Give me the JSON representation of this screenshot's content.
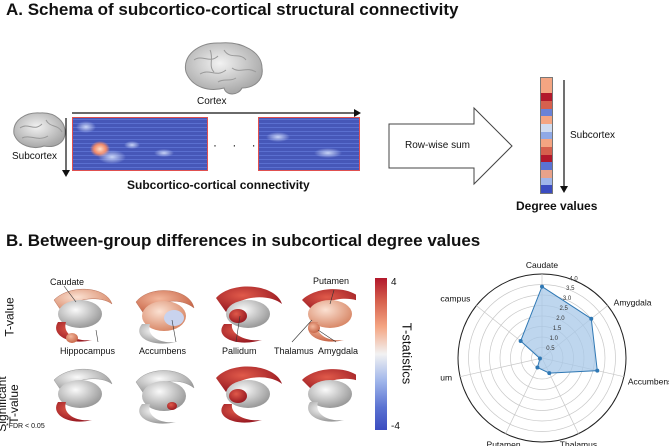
{
  "panel_a": {
    "title": "A. Schema of subcortico-cortical structural connectivity",
    "cortex_label": "Cortex",
    "subcortex_label": "Subcortex",
    "ellipsis": "· · ·",
    "matrix_caption": "Subcortico-cortical connectivity",
    "arrow_label": "Row-wise sum",
    "vector_label": "Subcortex",
    "vector_caption": "Degree values",
    "vector_colors": [
      "#f4a582",
      "#f4a582",
      "#b2182b",
      "#d6604d",
      "#6a82d6",
      "#f4a582",
      "#d0dcf0",
      "#8fa9e6",
      "#f4a582",
      "#d6604d",
      "#b2182b",
      "#5b73d2",
      "#e8a28a",
      "#9fb5ea",
      "#3b4cc0"
    ]
  },
  "panel_b": {
    "title": "B. Between-group differences in subcortical degree values",
    "row1_label": "T-value",
    "row2_label": "Significant T-value",
    "footnote": "*FDR < 0.05",
    "region_labels": {
      "caudate": "Caudate",
      "hippocampus": "Hippocampus",
      "accumbens": "Accumbens",
      "pallidum": "Pallidum",
      "putamen": "Putamen",
      "thalamus": "Thalamus",
      "amygdala": "Amygdala"
    },
    "colorbar": {
      "max_label": "4",
      "min_label": "-4",
      "title": "T-statistics"
    }
  },
  "chart_data": {
    "type": "radar",
    "axes": [
      "Caudate",
      "Amygdala",
      "Accumbens",
      "Thalamus",
      "Putamen",
      "Pallidum",
      "Hippocampus"
    ],
    "values": [
      3.4,
      3.0,
      2.7,
      0.8,
      0.5,
      0.1,
      1.3
    ],
    "radial_ticks": [
      "0.5",
      "1.0",
      "1.5",
      "2.0",
      "2.5",
      "3.0",
      "3.5",
      "4.0"
    ],
    "rmax": 4.0,
    "fill_color": "#a8c8e8",
    "line_color": "#2f78b4"
  }
}
